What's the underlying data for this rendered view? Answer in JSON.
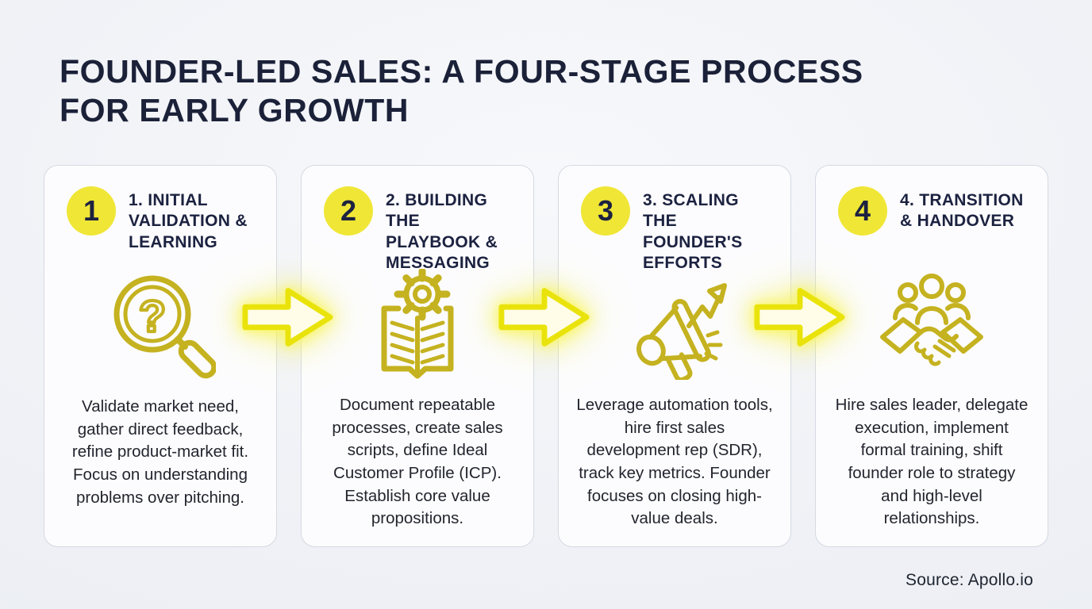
{
  "header": {
    "title_lines": [
      "FOUNDER-LED SALES: A FOUR-STAGE PROCESS",
      "FOR EARLY GROWTH"
    ]
  },
  "cards": [
    {
      "number": "1",
      "title": "1. Initial Validation & Learning",
      "icon": "magnifier-question-icon",
      "body": "Validate market need, gather direct feedback, refine product-market fit. Focus on understanding problems over pitching."
    },
    {
      "number": "2",
      "title": "2. Building the Playbook & Messaging",
      "icon": "book-gear-icon",
      "body": "Document repeatable processes, create sales scripts, define Ideal Customer Profile (ICP). Establish core value propositions."
    },
    {
      "number": "3",
      "title": "3. Scaling the Founder's Efforts",
      "icon": "megaphone-growth-icon",
      "body": "Leverage automation tools, hire first sales development rep (SDR), track key metrics. Founder focuses on closing high-value deals."
    },
    {
      "number": "4",
      "title": "4. Transition & Handover",
      "icon": "handshake-team-icon",
      "body": "Hire sales leader, delegate execution, implement formal training, shift founder role to strategy and high-level relationships."
    }
  ],
  "flow": {
    "arrow_icon": "arrow-right-icon",
    "arrow_count": 3
  },
  "footer": {
    "source": "Source: Apollo.io"
  },
  "colors": {
    "background": "#eef0f5",
    "card_background": "#fcfcfe",
    "card_border": "#d5d9e2",
    "navy_text": "#1c2240",
    "body_text": "#23252e",
    "badge_yellow": "#f0e636",
    "icon_olive": "#c5b220",
    "arrow_stroke_yellow": "#e9e30b",
    "arrow_fill": "#fffde7"
  }
}
